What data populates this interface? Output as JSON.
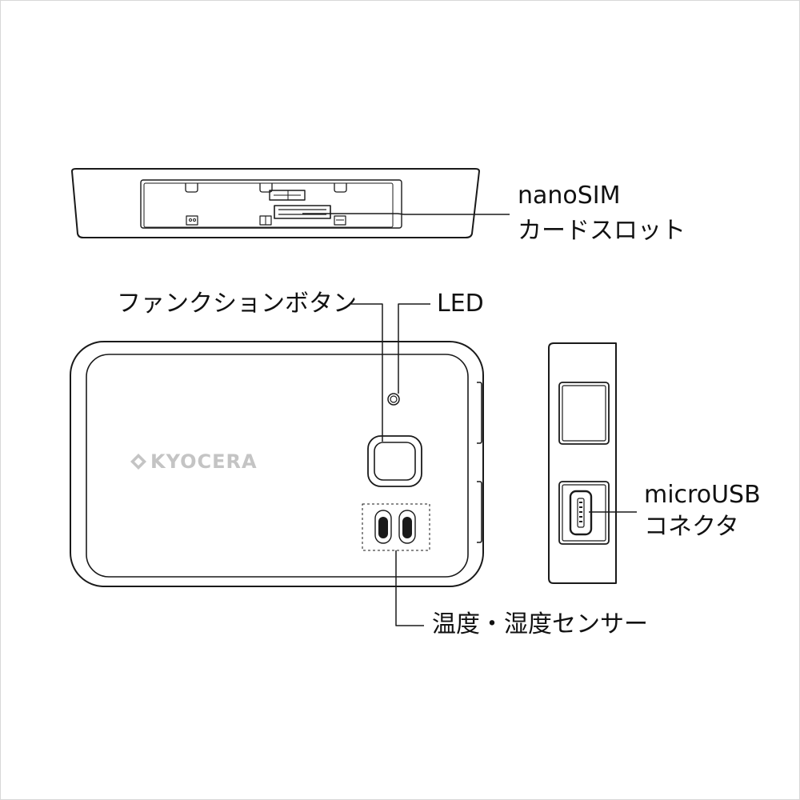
{
  "labels": {
    "sim_slot": {
      "line1": "nanoSIM",
      "line2": "カードスロット"
    },
    "function_button": "ファンクションボタン",
    "led": "LED",
    "micro_usb": {
      "line1": "microUSB",
      "line2": "コネクタ"
    },
    "sensor": "温度・湿度センサー"
  },
  "logo_text": "KYOCERA",
  "colors": {
    "stroke": "#1a1a1a",
    "logo": "#c4c4c4",
    "frame": "#d8d8d8"
  }
}
